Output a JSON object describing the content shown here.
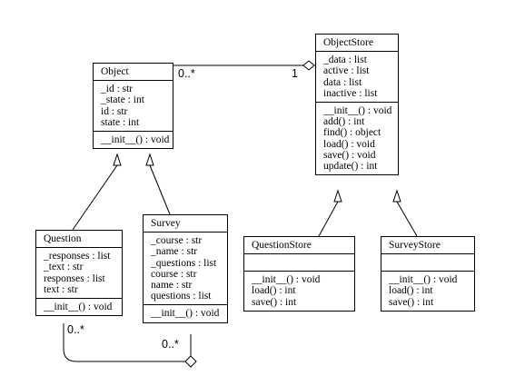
{
  "classes": {
    "object": {
      "name": "Object",
      "attributes": [
        "_id : str",
        "_state : int",
        "id : str",
        "state : int"
      ],
      "methods": [
        "__init__() : void"
      ]
    },
    "object_store": {
      "name": "ObjectStore",
      "attributes": [
        "_data : list",
        "active : list",
        "data : list",
        "inactive : list"
      ],
      "methods": [
        "__init__() : void",
        "add() : int",
        "find() : object",
        "load() : void",
        "save() : void",
        "update() : int"
      ]
    },
    "question": {
      "name": "Question",
      "attributes": [
        "_responses : list",
        "_text : str",
        "responses : list",
        "text : str"
      ],
      "methods": [
        "__init__() : void"
      ]
    },
    "survey": {
      "name": "Survey",
      "attributes": [
        "_course : str",
        "_name : str",
        "_questions : list",
        "course : str",
        "name : str",
        "questions : list"
      ],
      "methods": [
        "__init__() : void"
      ]
    },
    "question_store": {
      "name": "QuestionStore",
      "attributes": [],
      "methods": [
        "__init__() : void",
        "load() : int",
        "save() : int"
      ]
    },
    "survey_store": {
      "name": "SurveyStore",
      "attributes": [],
      "methods": [
        "__init__() : void",
        "load() : int",
        "save() : int"
      ]
    }
  },
  "multiplicities": {
    "object_end": "0..*",
    "object_store_end": "1",
    "question_end": "0..*",
    "survey_end": "0..*"
  }
}
